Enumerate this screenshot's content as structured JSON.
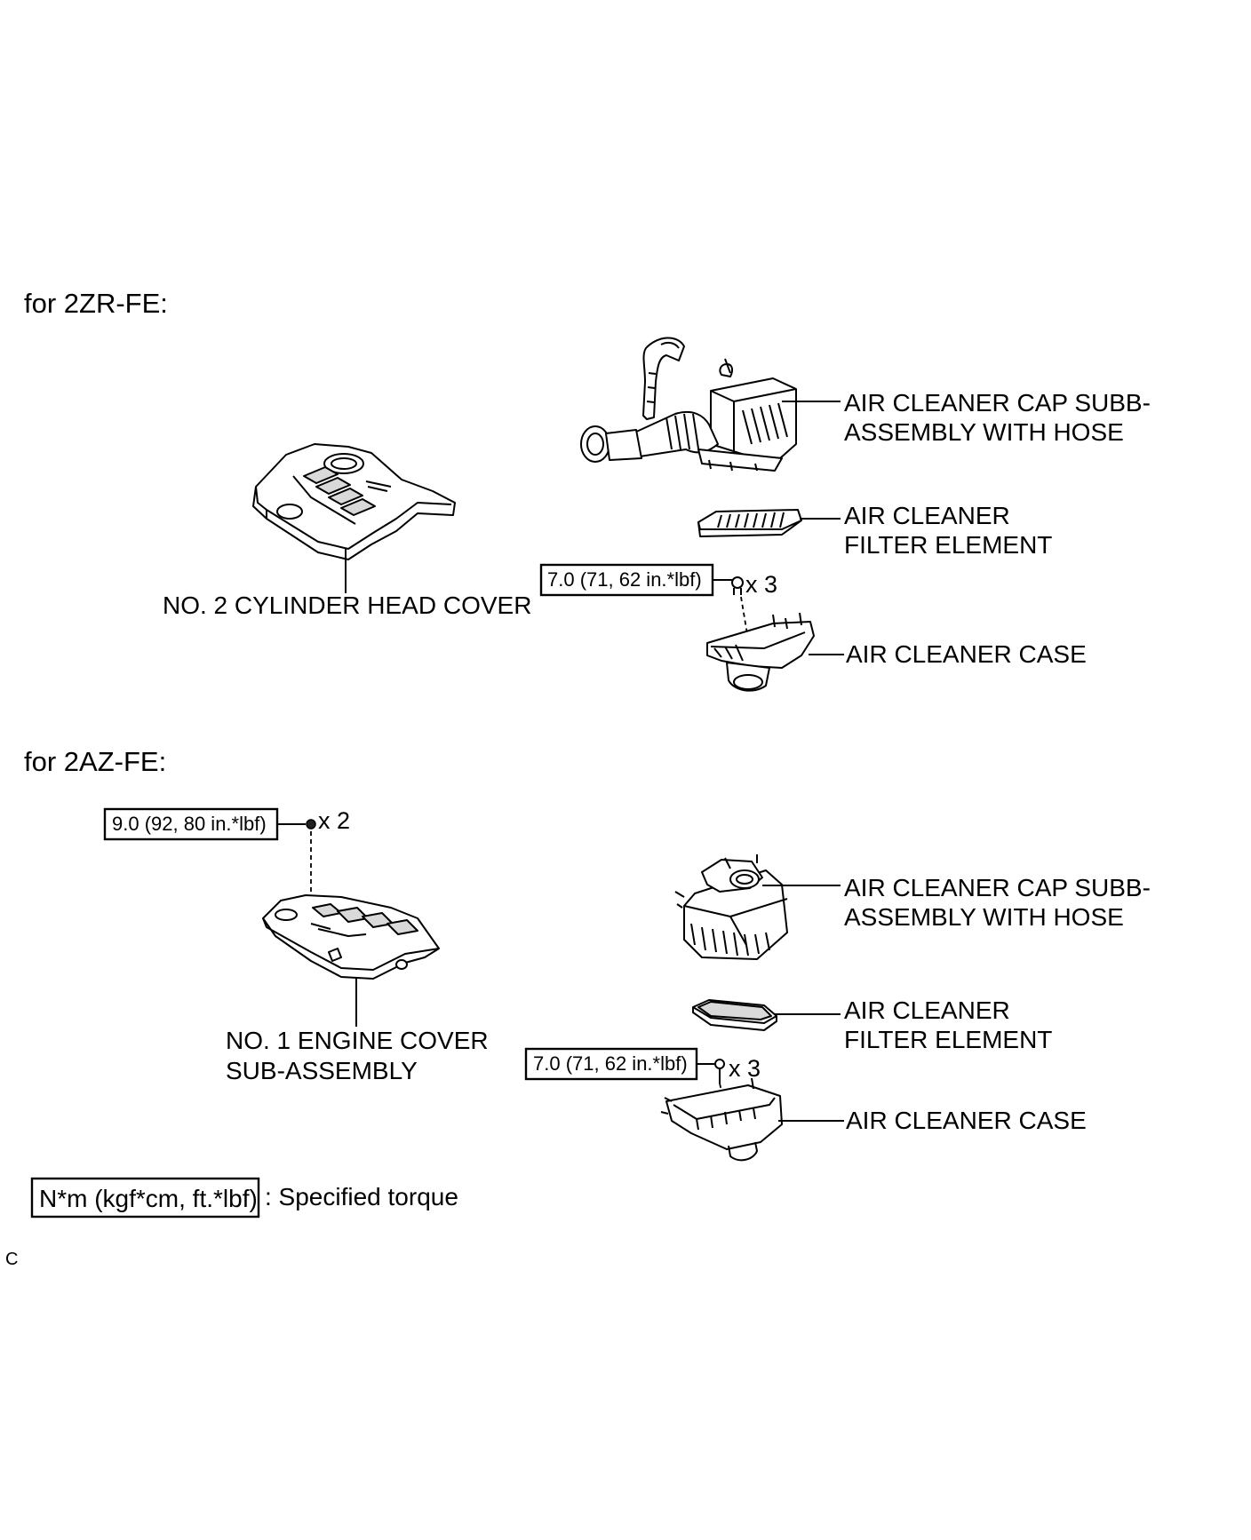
{
  "sections": {
    "zr": {
      "title": "for 2ZR-FE:",
      "head_cover_label": "NO. 2 CYLINDER HEAD COVER",
      "cap_label_1": "AIR CLEANER CAP SUBB-",
      "cap_label_2": "ASSEMBLY WITH HOSE",
      "filter_label_1": "AIR CLEANER",
      "filter_label_2": "FILTER ELEMENT",
      "case_label": "AIR CLEANER CASE",
      "torque": "7.0 (71, 62 in.*lbf)",
      "qty": "x 3"
    },
    "az": {
      "title": "for 2AZ-FE:",
      "engine_cover_label_1": "NO. 1 ENGINE COVER",
      "engine_cover_label_2": "SUB-ASSEMBLY",
      "engine_cover_torque": "9.0 (92, 80 in.*lbf)",
      "engine_cover_qty": "x 2",
      "cap_label_1": "AIR CLEANER CAP SUBB-",
      "cap_label_2": "ASSEMBLY WITH HOSE",
      "filter_label_1": "AIR CLEANER",
      "filter_label_2": "FILTER ELEMENT",
      "case_label": "AIR CLEANER CASE",
      "torque": "7.0 (71, 62 in.*lbf)",
      "qty": "x 3"
    }
  },
  "legend": {
    "unit_box": "N*m (kgf*cm, ft.*lbf)",
    "text": ": Specified torque"
  },
  "figure_code": "C"
}
